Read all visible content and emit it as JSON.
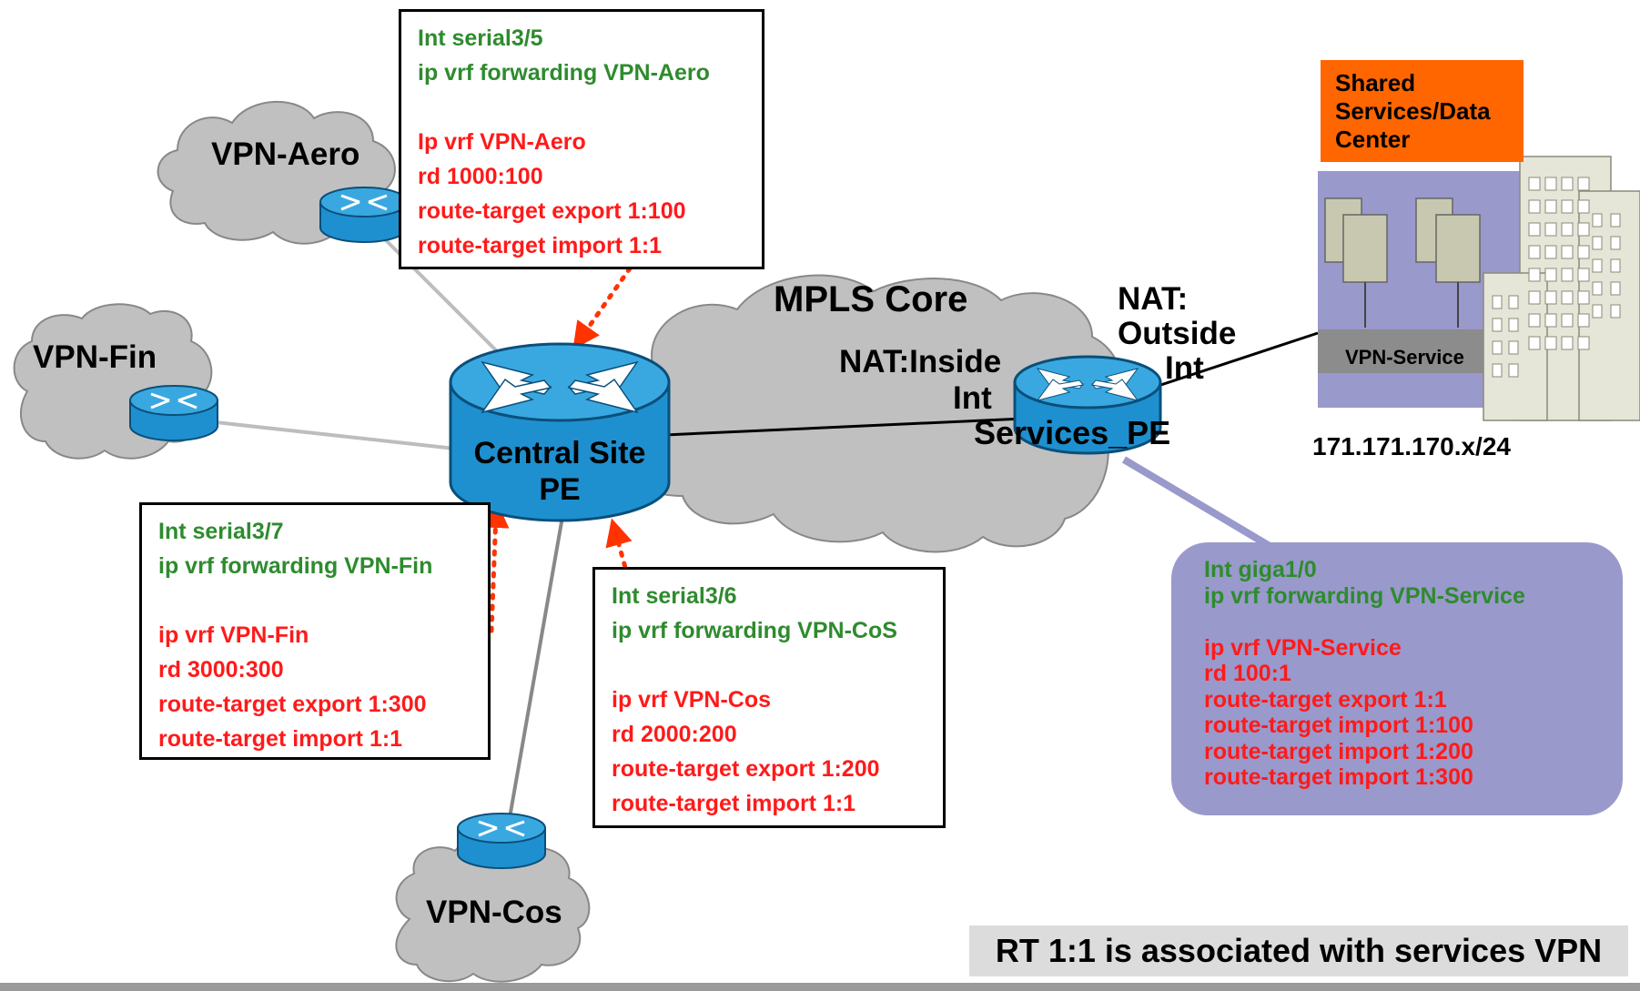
{
  "clouds": {
    "vpn_aero": "VPN-Aero",
    "vpn_fin": "VPN-Fin",
    "vpn_cos": "VPN-Cos",
    "mpls_core": "MPLS Core"
  },
  "routers": {
    "central_pe": [
      "Central Site",
      "PE"
    ],
    "services_pe": "Services_PE"
  },
  "nat": {
    "inside": [
      "NAT:Inside",
      "Int"
    ],
    "outside": [
      "NAT:",
      "Outside",
      "Int"
    ]
  },
  "datacenter": {
    "title": [
      "Shared",
      "Services/Data",
      "Center"
    ],
    "vpn_label": "VPN-Service",
    "subnet": "171.171.170.x/24"
  },
  "configs": {
    "aero": {
      "green": [
        "Int serial3/5",
        "ip vrf forwarding VPN-Aero"
      ],
      "red": [
        "Ip vrf VPN-Aero",
        "rd 1000:100",
        "route-target export 1:100",
        "route-target import 1:1"
      ]
    },
    "fin": {
      "green": [
        "Int serial3/7",
        "ip vrf forwarding VPN-Fin"
      ],
      "red": [
        "ip vrf VPN-Fin",
        "rd 3000:300",
        "route-target export 1:300",
        "route-target import 1:1"
      ]
    },
    "cos": {
      "green": [
        "Int serial3/6",
        "ip vrf forwarding VPN-CoS"
      ],
      "red": [
        "ip vrf VPN-Cos",
        "rd 2000:200",
        "route-target export 1:200",
        "route-target import 1:1"
      ]
    },
    "service": {
      "green": [
        "Int giga1/0",
        "ip vrf forwarding VPN-Service"
      ],
      "red": [
        "ip vrf VPN-Service",
        "rd 100:1",
        "route-target export 1:1",
        "route-target import 1:100",
        "route-target import 1:200",
        "route-target import 1:300"
      ]
    }
  },
  "note": "RT 1:1 is associated with services VPN",
  "colors": {
    "cloud": "#c0c0c0",
    "router": "#1e90d0",
    "config_green": "#2e8b2e",
    "config_red": "#ff1a1a",
    "arrow": "#ff3300",
    "bubble": "#9999cc",
    "banner": "#ff6600",
    "dc_panel": "#9999cc"
  }
}
